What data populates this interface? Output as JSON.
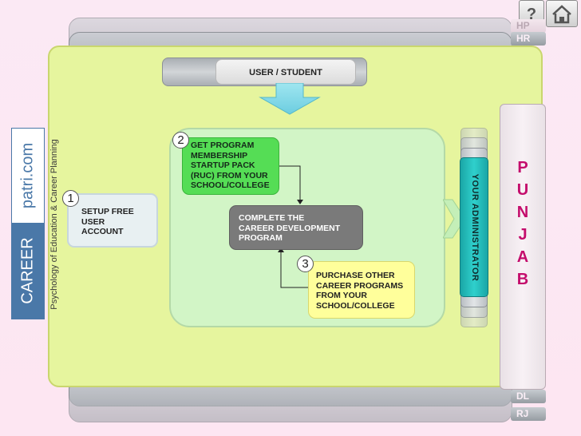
{
  "nav": {
    "help_icon": "question-mark-icon",
    "home_icon": "house-icon",
    "tabs_top": [
      "HP",
      "HR"
    ],
    "tabs_bottom": [
      "DL",
      "RJ"
    ]
  },
  "logo": {
    "brand_left": "CAREER",
    "brand_right": "patri.com",
    "tagline": "Psychology of Education & Career Planning"
  },
  "diagram": {
    "user_label": "USER / STUDENT",
    "steps": [
      {
        "number": "1",
        "text": "SETUP FREE\nUSER\nACCOUNT"
      },
      {
        "number": "2",
        "text": "GET PROGRAM\nMEMBERSHIP\nSTARTUP PACK\n(RUC) FROM YOUR\nSCHOOL/COLLEGE"
      },
      {
        "number": "3",
        "text": "PURCHASE OTHER\nCAREER PROGRAMS\nFROM YOUR\nSCHOOL/COLLEGE"
      }
    ],
    "center_box": "COMPLETE THE\nCAREER DEVELOPMENT\nPROGRAM",
    "administrator": "YOUR ADMINISTRATOR",
    "state_letters": [
      "P",
      "U",
      "N",
      "J",
      "A",
      "B"
    ]
  },
  "colors": {
    "main_panel": "#e6f59e",
    "inner_panel": "#d2f5c6",
    "step2_box": "#55dd55",
    "center_box": "#7a7a7a",
    "step3_box": "#ffff9b",
    "administrator": "#2fd0cc",
    "state_letters": "#c40d6c"
  }
}
